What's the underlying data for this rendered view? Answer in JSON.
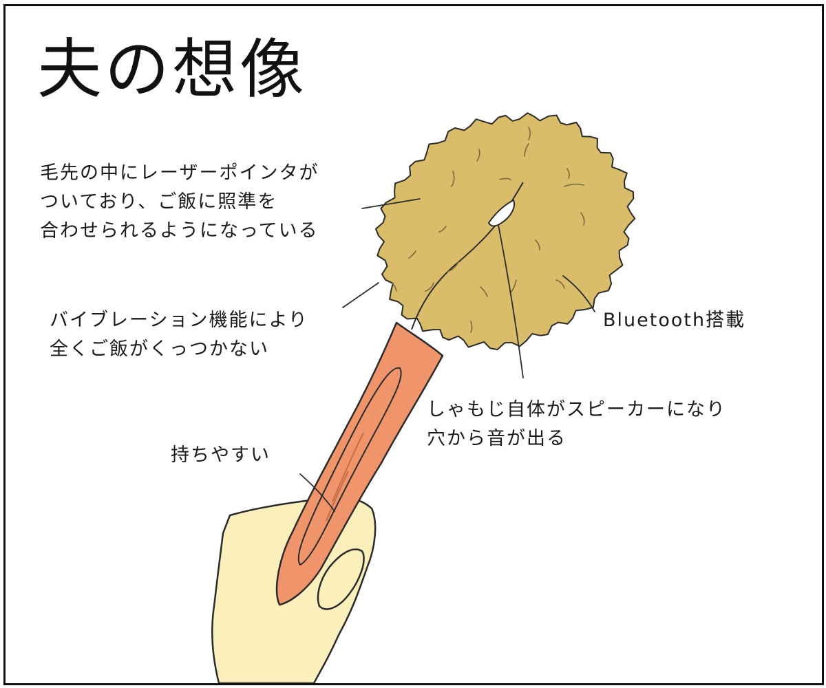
{
  "title": "夫の想像",
  "annotations": {
    "laser": {
      "lines": [
        "毛先の中にレーザーポインタが",
        "ついており、ご飯に照準を",
        "合わせられるようになっている"
      ]
    },
    "vibration": {
      "lines": [
        "バイブレーション機能により",
        "全くご飯がくっつかない"
      ]
    },
    "bluetooth": {
      "lines": [
        "Bluetooth搭載"
      ]
    },
    "speaker": {
      "lines": [
        "しゃもじ自体がスピーカーになり",
        "穴から音が出る"
      ]
    },
    "grip": {
      "lines": [
        "持ちやすい"
      ]
    }
  },
  "colors": {
    "head": "#d9bd6a",
    "handle": "#f0956b",
    "hand": "#fbefbb",
    "line": "#2a2a2a",
    "border": "#111111"
  },
  "icons": [
    "shamoji-illustration",
    "hand-illustration"
  ]
}
